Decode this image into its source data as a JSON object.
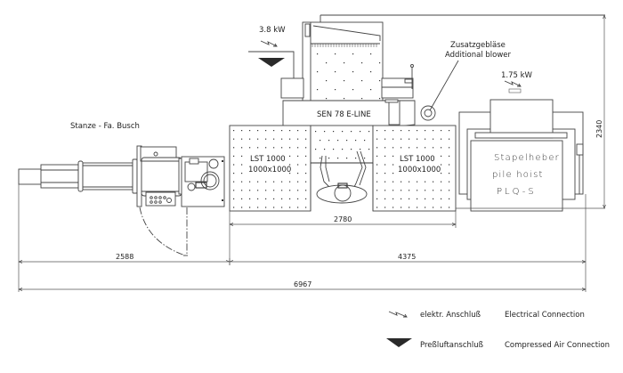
{
  "drawing": {
    "title": "Layout SEN 78 E-LINE",
    "components": {
      "punch": {
        "label": "Stanze - Fa. Busch"
      },
      "machine": {
        "label": "SEN 78 E-LINE",
        "power": "3.8 kW"
      },
      "table_left": {
        "line1": "LST 1000",
        "line2": "1000x1000"
      },
      "table_right": {
        "line1": "LST 1000",
        "line2": "1000x1000"
      },
      "blower": {
        "line1": "Zusatzgebläse",
        "line2": "Additional blower"
      },
      "pile_hoist": {
        "line1": "Stapelheber",
        "line2": "pile hoist",
        "line3": "PLQ-S",
        "power": "1.75 kW"
      }
    },
    "dimensions": {
      "table_width": "2780",
      "left_section": "2588",
      "right_section": "4375",
      "total_length": "6967",
      "height": "2340"
    }
  },
  "legend": {
    "items": [
      {
        "icon": "electrical-connection-icon",
        "de": "elektr. Anschluß",
        "en": "Electrical Connection"
      },
      {
        "icon": "compressed-air-icon",
        "de": "Preßluftanschluß",
        "en": "Compressed Air Connection"
      }
    ]
  }
}
